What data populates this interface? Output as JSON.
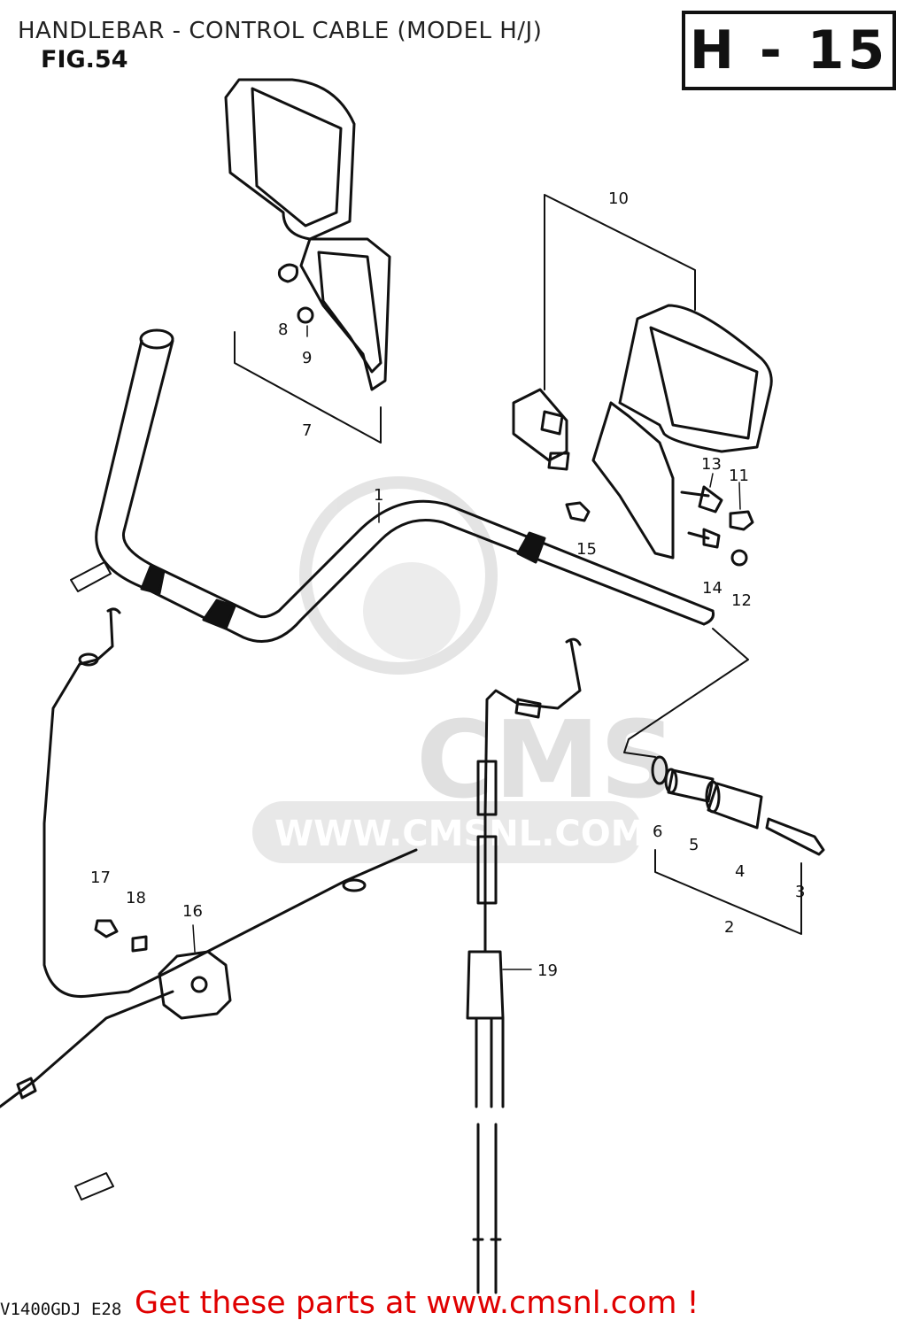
{
  "header": {
    "title": "HANDLEBAR - CONTROL CABLE (MODEL H/J)",
    "fig_label": "FIG.54",
    "page_code": "H - 15"
  },
  "watermark": {
    "text_large": "CMS",
    "text_url": "WWW.CMSNL.COM"
  },
  "parts": {
    "p1": "1",
    "p2": "2",
    "p3": "3",
    "p4": "4",
    "p5": "5",
    "p6": "6",
    "p7": "7",
    "p8": "8",
    "p9": "9",
    "p10": "10",
    "p11": "11",
    "p12": "12",
    "p13": "13",
    "p14": "14",
    "p15": "15",
    "p16": "16",
    "p17": "17",
    "p18": "18",
    "p19": "19"
  },
  "footer": {
    "model_code": "V1400GDJ E28",
    "promo": "Get these parts at www.cmsnl.com !"
  }
}
